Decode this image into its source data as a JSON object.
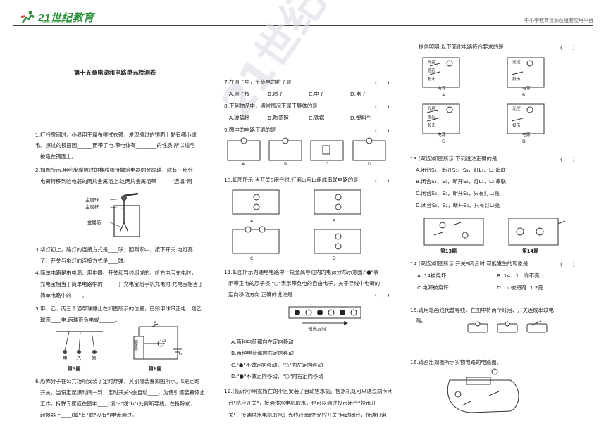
{
  "header": {
    "logo_text": "21世纪教育",
    "logo_sub": "www.21cnjy.com",
    "platform": "中小学教育资源及组卷应用平台",
    "accent": "#2a8f3a"
  },
  "watermark": "21世纪教育",
  "doc": {
    "title": "第十五章电流和电路单元检测卷"
  },
  "col1": {
    "q1": [
      "1.打扫房间时，小易用干燥布擦拭衣镜，发现擦过的镜面上黏有细小绒",
      "毛。擦过的镜面因______而带了电.带电体有________的性质.所以绒毛",
      "被吸在镜面上。"
    ],
    "q2": [
      "2.如图所示.用毛皮摩擦过的橡胶棒接触验电器的金属球，就有一部分",
      "电荷转移到验电器的两片金属箔上.这两片金属箔带______(选填\"网"
    ],
    "q2_labels": [
      "金属球",
      "金属杆",
      "金属箔"
    ],
    "q3": [
      "3.华灯初上，路灯的连接方式是____联；回到家中，按下开关.电灯亮",
      "了，开关与电灯的连接方式是____联。"
    ],
    "q4": [
      "4.简单电路是由电源、用电器、开关和导线组成的。给充电宝充电时，",
      "充电宝相当于简单电路中的______；充电宝给手机充电时.充电宝相当于",
      "简单电路中的____。"
    ],
    "q5": [
      "5.甲、乙、丙三个通草球静止在如图所示的位置，已知甲球带正电，则乙",
      "球带____电.丙球带负电或______。"
    ],
    "q5_labels": [
      "甲",
      "乙",
      "丙"
    ],
    "cap5": "第5题",
    "cap6": "第6题",
    "q6_label": "起爆器",
    "q6_S": "S",
    "q6_a": "a",
    "q6_b": "b",
    "q6": [
      "6.恐怖分子在公共场所安装了定时炸弹，其引爆装置如图所示。S是定时",
      "开关，当设定起爆时间一到，定时开关S会自动____，为使引爆装置停止",
      "工作，拆弹专家应在图中____(填\"a\"或\"b\")处剪断导线。在拆除前，",
      "起爆器上____(填\"有\"或\"没有\")电流通过。"
    ]
  },
  "col2": {
    "q7": "7.在原子中，带负电的粒子是",
    "q7_opts": [
      "A.原子核",
      "B.质子",
      "C.中子",
      "D.电子"
    ],
    "q8": "8.下列物品中，通常情况下属于导体的是",
    "q8_opts": [
      "A.玻璃杯",
      "B.陶瓷碗",
      "C.铁锅",
      "D.塑料勺"
    ],
    "q9": "9.图中的电路正确的是",
    "q9_labels": [
      "A",
      "B",
      "C",
      "D"
    ],
    "q10": "10.如图所示.当开关S闭合时.灯泡L₁与L₂组成串联电路的是",
    "q10_labels": [
      "A",
      "B",
      "C",
      "D"
    ],
    "q11": [
      "11.如图所示为通电电路中一段金属导线内的电荷分布示意图.\"●\"表",
      "示带正电的原子核.\"○\"表示带负电的自由电子，关于导线中电荷的",
      "定向移动方向.正确的说法是"
    ],
    "q11_dir": "电流方向",
    "q11_opts": [
      "A.两种电荷都向左定向移动",
      "B.两种电荷都向右定向移动",
      "C.\"●\"不做定向移动，\"○\"向左定向移动",
      "D.\"●\"不做定向移动，\"○\"向右定向移动"
    ],
    "q12": [
      "12.(临沂)小明家所在的小区安装了自动售水机。售水机既可以通过刷卡闭",
      "合\"感应开关\"，接通供水电机取水，也可以通过投币闭合\"投币开",
      "关\"，接通供水电机取水；光线较暗时\"光控开关\"自动闭合，接通灯泡"
    ],
    "paren": "(　　)"
  },
  "col3": {
    "q12_cont": "提供照明.以下简化电路符合要求的是",
    "q12_box_labels": [
      "光控",
      "感应",
      "投币",
      "电源"
    ],
    "q12_fig": [
      "A",
      "B",
      "C",
      "D"
    ],
    "q13": "13.(双选)如图所示.下列说法正确的是",
    "q13_opts": [
      "A.闭合S₂，断开S₁、S₃，灯L₁、L₂ 串联",
      "B.闭合S₁、S₃，断开S₂，灯L₁、L₂ 串联",
      "C.闭合S₂、S₃，断开S₁，只有灯L₁亮",
      "D.闭合S₁、S₂，断开S₃，只有灯L₂亮"
    ],
    "cap13": "第13题",
    "cap14": "第14题",
    "q14": "14.(双选)如图所示.开关S闭合时.可能发生的现象是",
    "q14_opts": [
      "A. 14被烧坏",
      "B. 14、1.: 均不亮",
      "C.电源被烧坏",
      "D.  L₁ 被短路. 1.2亮"
    ],
    "q15": [
      "15.请用笔画线代替导线，在图中将两个灯泡、开关连成串联电",
      "路。"
    ],
    "q16": "16.请画出如图所示实物电路的电路图。",
    "paren": "(　　)"
  }
}
